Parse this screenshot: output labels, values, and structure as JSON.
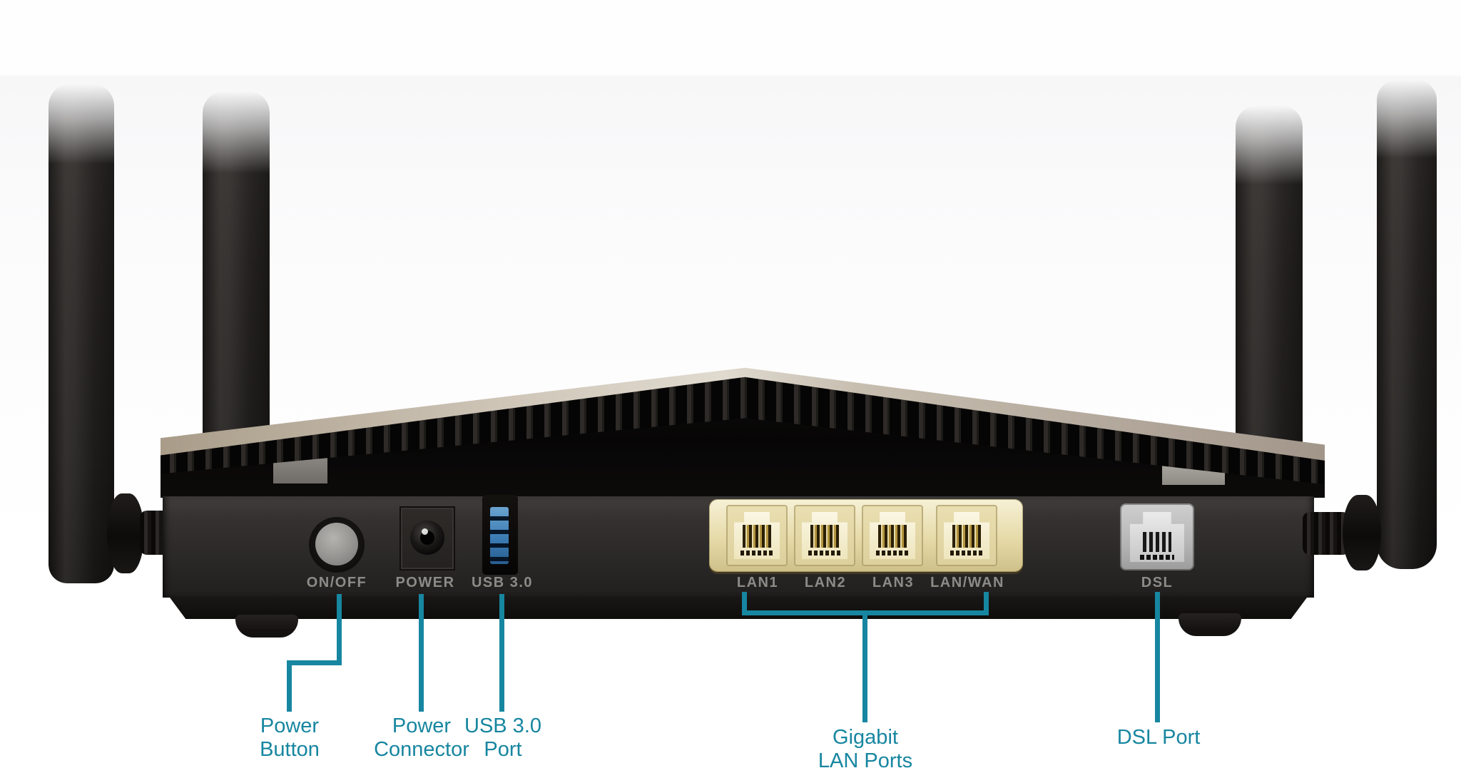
{
  "device": {
    "description": "Rear view of a wireless DSL router with four antennas",
    "ports": [
      {
        "label": "ON/OFF"
      },
      {
        "label": "POWER"
      },
      {
        "label": "USB 3.0"
      },
      {
        "label": "LAN1"
      },
      {
        "label": "LAN2"
      },
      {
        "label": "LAN3"
      },
      {
        "label": "LAN/WAN"
      },
      {
        "label": "DSL"
      }
    ]
  },
  "callouts": {
    "power_button": {
      "line1": "Power",
      "line2": "Button"
    },
    "power_connector": {
      "line1": "Power",
      "line2": "Connector"
    },
    "usb_port": {
      "line1": "USB 3.0",
      "line2": "Port"
    },
    "lan_ports": {
      "line1": "Gigabit",
      "line2": "LAN Ports"
    },
    "dsl_port": {
      "line1": "DSL Port"
    }
  },
  "colors": {
    "callout": "#1786a0",
    "port_label": "#8d8b88",
    "lan_body": "#e6daa8",
    "dsl_body": "#b5b5b5",
    "usb_tongue": "#3c7cb4"
  }
}
